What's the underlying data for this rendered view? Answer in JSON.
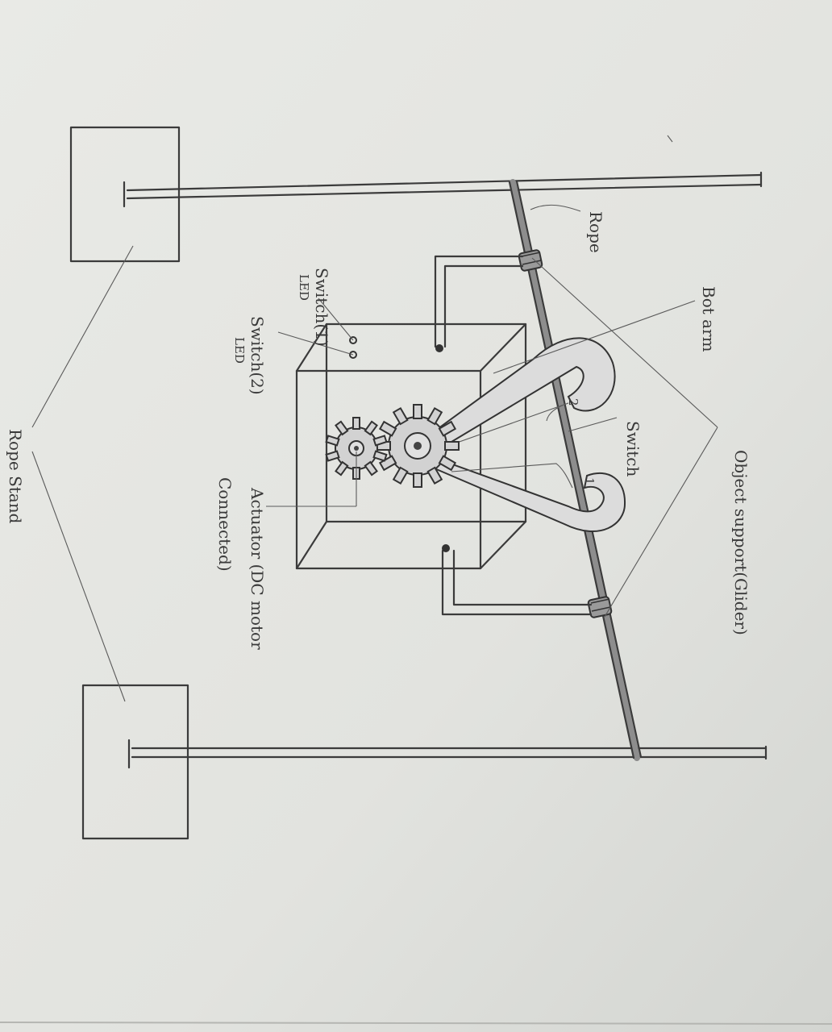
{
  "labels": {
    "rope": "Rope",
    "bot_arm": "Bot arm",
    "switch": "Switch",
    "object_support": "Object support(Glider)",
    "switch1": "Switch(1)",
    "switch1_led": "LED",
    "switch2": "Switch(2)",
    "switch2_led": "LED",
    "actuator": "Actuator (DC motor",
    "actuator_line2": "Connected)",
    "rope_stand": "Rope Stand",
    "num1": "1",
    "num2": "2"
  },
  "colors": {
    "paper": "#e6e7e3",
    "pencil": "#3b3b3b",
    "shade": "#bdbdbd"
  }
}
